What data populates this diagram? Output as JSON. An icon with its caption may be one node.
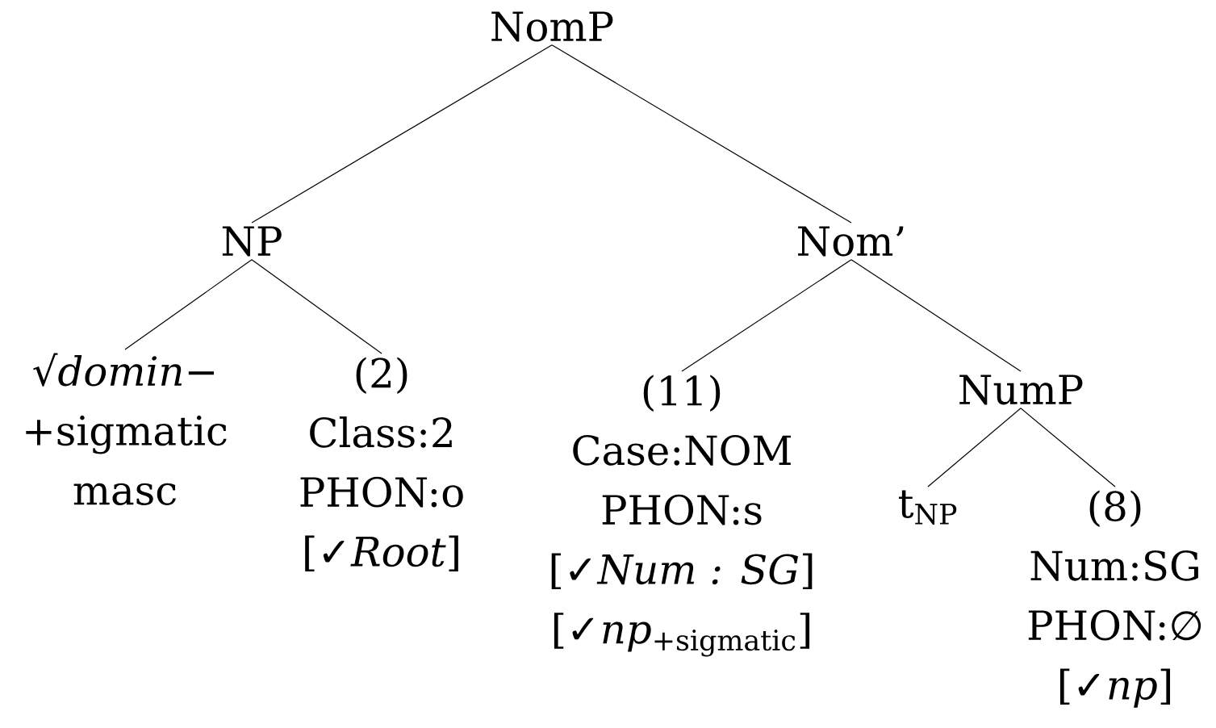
{
  "diagram": {
    "nodes": [
      {
        "text": [
          "NomP"
        ]
      },
      {
        "text": [
          "NP"
        ]
      },
      {
        "text": [
          "Nom’"
        ]
      },
      {
        "text": [
          "√*domin−*",
          "+sigmatic",
          "masc"
        ]
      },
      {
        "text": [
          "(2)",
          "Class:2",
          "PHON:o",
          "[✓*Root*]"
        ]
      },
      {
        "text": [
          "(11)",
          "Case:NOM",
          "PHON:s",
          "[✓*Num : SG*]",
          "[✓*np*$_{+sigmatic}$]"
        ]
      },
      {
        "text": [
          "NumP"
        ]
      },
      {
        "text": [
          "t$_{NP}$"
        ]
      },
      {
        "text": [
          "(8)",
          "Num:SG",
          "PHON:∅",
          "[✓*np*]"
        ]
      }
    ],
    "edges": [
      {
        "from": 0,
        "to": 1,
        "arrow": "none"
      },
      {
        "from": 0,
        "to": 2,
        "arrow": "none"
      },
      {
        "from": 1,
        "to": 3,
        "arrow": "none"
      },
      {
        "from": 1,
        "to": 4,
        "arrow": "none"
      },
      {
        "from": 2,
        "to": 5,
        "arrow": "none"
      },
      {
        "from": 2,
        "to": 6,
        "arrow": "none"
      },
      {
        "from": 6,
        "to": 7,
        "arrow": "none"
      },
      {
        "from": 6,
        "to": 8,
        "arrow": "none"
      }
    ]
  }
}
